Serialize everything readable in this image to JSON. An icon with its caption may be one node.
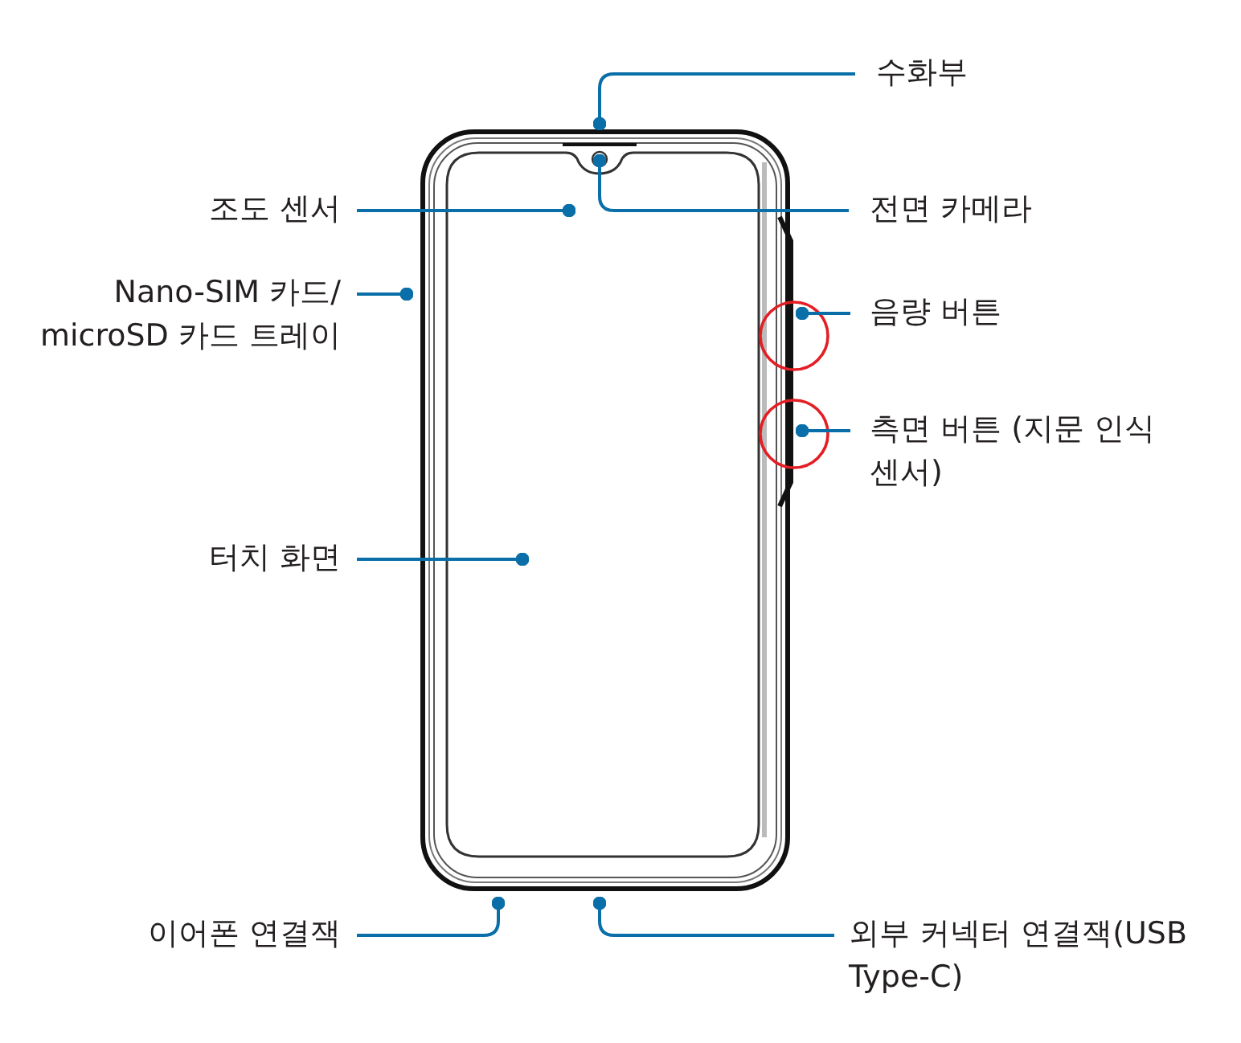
{
  "diagram": {
    "nodes": [
      {
        "text": [
          "수화부"
        ]
      },
      {
        "text": [
          "조도 센서"
        ]
      },
      {
        "text": [
          "전면 카메라"
        ]
      },
      {
        "text": [
          "Nano-SIM 카드/ microSD 카드 트레이"
        ]
      },
      {
        "text": [
          "음량 버튼"
        ]
      },
      {
        "text": [
          "측면 버튼 (지문 인식 센서)"
        ]
      },
      {
        "text": [
          "터치 화면"
        ]
      },
      {
        "text": [
          "이어폰 연결잭"
        ]
      },
      {
        "text": [
          "외부 커넥터 연결잭(USB Type-C)"
        ]
      }
    ],
    "edges": [
      {
        "from": 0,
        "to": null,
        "arrow": "other"
      },
      {
        "from": 1,
        "to": null,
        "arrow": "other"
      },
      {
        "from": 2,
        "to": null,
        "arrow": "other"
      },
      {
        "from": 3,
        "to": null,
        "arrow": "other"
      },
      {
        "from": 4,
        "to": null,
        "arrow": "other"
      },
      {
        "from": 5,
        "to": null,
        "arrow": "other"
      },
      {
        "from": 6,
        "to": null,
        "arrow": "other"
      },
      {
        "from": 7,
        "to": null,
        "arrow": "other"
      },
      {
        "from": 8,
        "to": null,
        "arrow": "other"
      }
    ]
  }
}
